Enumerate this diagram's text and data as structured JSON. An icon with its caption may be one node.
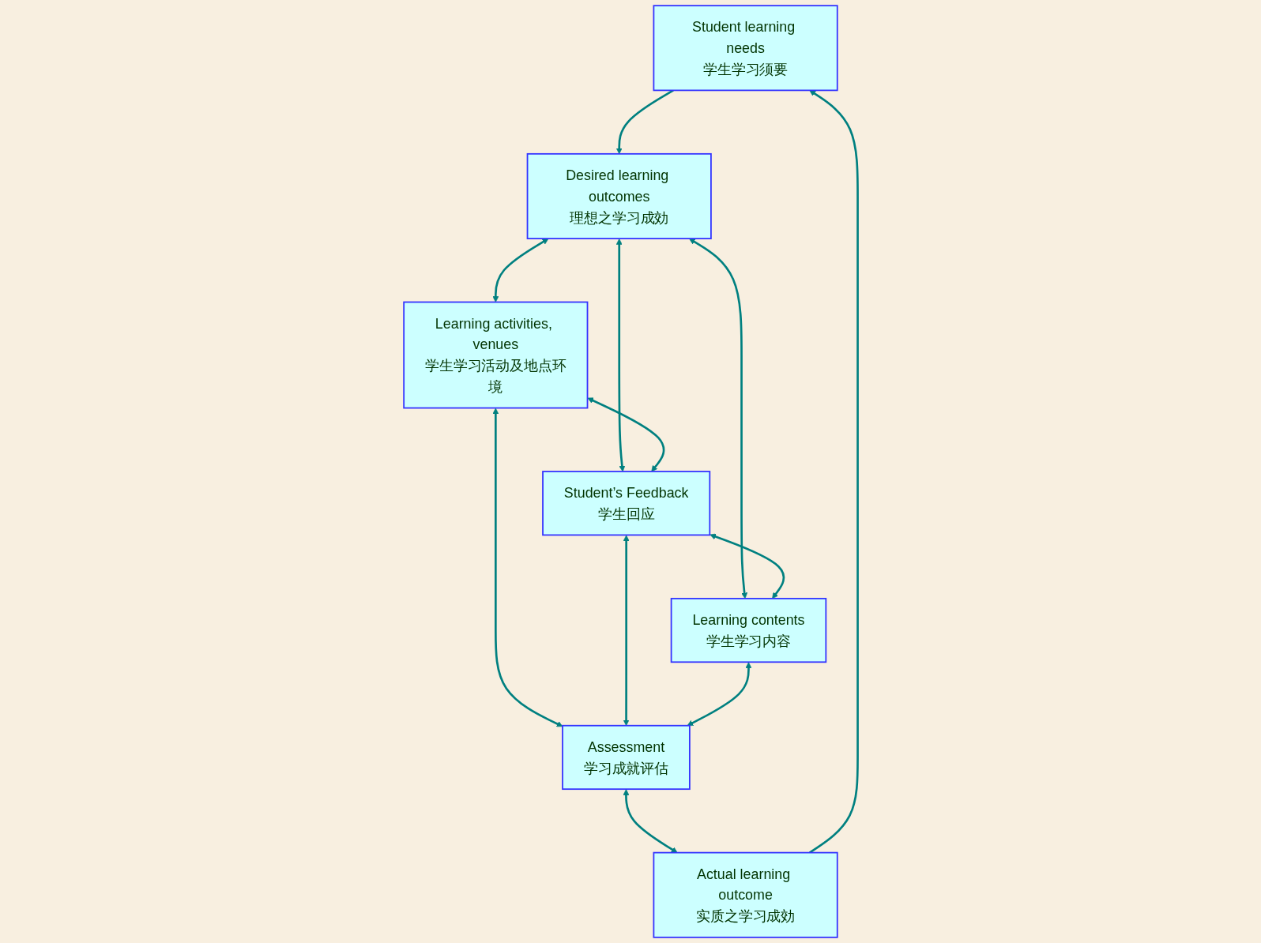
{
  "diagram": {
    "nodes": [
      {
        "text": [
          "Student learning needs",
          "学生学习须要"
        ]
      },
      {
        "text": [
          "Desired learning outcomes",
          "理想之学习成効"
        ]
      },
      {
        "text": [
          "Learning activities, venues",
          "学生学习活动及地点环境"
        ]
      },
      {
        "text": [
          "Student’s Feedback",
          "学生回应"
        ]
      },
      {
        "text": [
          "Learning contents",
          "学生学习内容"
        ]
      },
      {
        "text": [
          "Assessment",
          "学习成就评估"
        ]
      },
      {
        "text": [
          "Actual learning outcome",
          "实质之学习成効"
        ]
      }
    ],
    "edges": [
      {
        "from": 0,
        "to": 1,
        "arrow": "to"
      },
      {
        "from": 1,
        "to": 2,
        "arrow": "both"
      },
      {
        "from": 1,
        "to": 3,
        "arrow": "both"
      },
      {
        "from": 1,
        "to": 4,
        "arrow": "both"
      },
      {
        "from": 2,
        "to": 3,
        "arrow": "both"
      },
      {
        "from": 3,
        "to": 4,
        "arrow": "both"
      },
      {
        "from": 2,
        "to": 5,
        "arrow": "both"
      },
      {
        "from": 3,
        "to": 5,
        "arrow": "both"
      },
      {
        "from": 4,
        "to": 5,
        "arrow": "both"
      },
      {
        "from": 5,
        "to": 6,
        "arrow": "both"
      },
      {
        "from": 6,
        "to": 0,
        "arrow": "to"
      }
    ]
  }
}
